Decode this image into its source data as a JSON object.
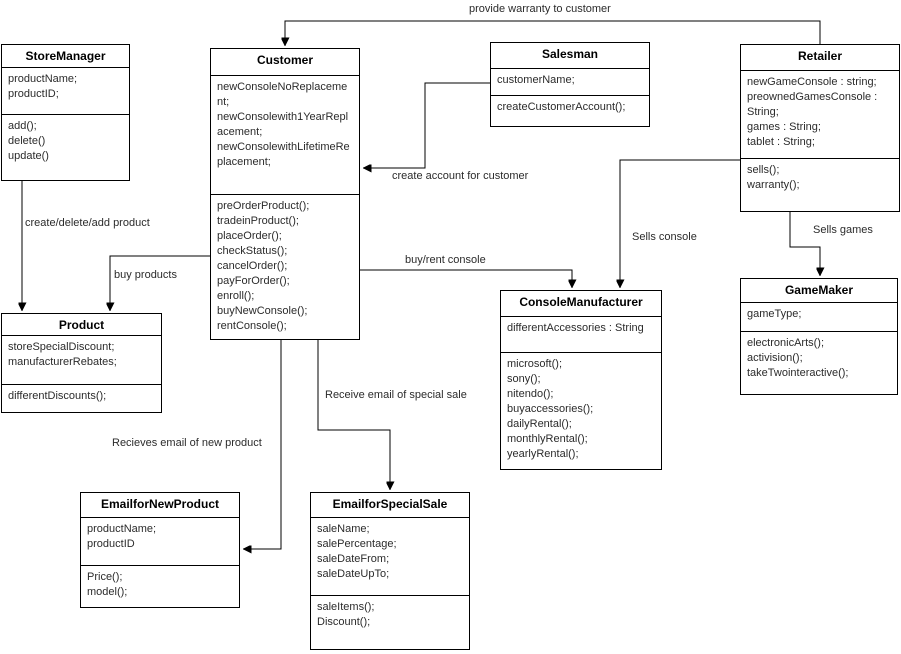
{
  "diagram": {
    "type": "uml-class-diagram",
    "colors": {
      "background": "#ffffff",
      "line": "#000000",
      "text": "#2b2b2b",
      "box_fill": "#ffffff"
    }
  },
  "classes": [
    {
      "name": "StoreManager",
      "attributes": [
        "productName;",
        "productID;"
      ],
      "methods": [
        "add();",
        "delete()",
        "update()"
      ]
    },
    {
      "name": "Customer",
      "attributes": [
        "newConsoleNoReplacement;",
        "newConsolewith1YearReplacement;",
        "newConsolewithLifetimeReplacement;"
      ],
      "methods": [
        "preOrderProduct();",
        "tradeinProduct();",
        "placeOrder();",
        "checkStatus();",
        "cancelOrder();",
        "payForOrder();",
        "enroll();",
        "buyNewConsole();",
        "rentConsole();"
      ]
    },
    {
      "name": "Salesman",
      "attributes": [
        "customerName;"
      ],
      "methods": [
        "createCustomerAccount();"
      ]
    },
    {
      "name": "Retailer",
      "attributes": [
        "newGameConsole : string;",
        "preownedGamesConsole : String;",
        "games : String;",
        "tablet : String;"
      ],
      "methods": [
        "sells();",
        "warranty();"
      ]
    },
    {
      "name": "Product",
      "attributes": [
        "storeSpecialDiscount;",
        "manufacturerRebates;"
      ],
      "methods": [
        "differentDiscounts();"
      ]
    },
    {
      "name": "ConsoleManufacturer",
      "attributes": [
        "differentAccessories : String"
      ],
      "methods": [
        "microsoft();",
        "sony();",
        "nitendo();",
        "buyaccessories();",
        "dailyRental();",
        "monthlyRental();",
        "yearlyRental();"
      ]
    },
    {
      "name": "GameMaker",
      "attributes": [
        "gameType;"
      ],
      "methods": [
        "electronicArts();",
        "activision();",
        "takeTwointeractive();"
      ]
    },
    {
      "name": "EmailforNewProduct",
      "attributes": [
        "productName;",
        "productID"
      ],
      "methods": [
        "Price();",
        "model();"
      ]
    },
    {
      "name": "EmailforSpecialSale",
      "attributes": [
        "saleName;",
        "salePercentage;",
        "saleDateFrom;",
        "saleDateUpTo;"
      ],
      "methods": [
        "saleItems();",
        "Discount();"
      ]
    }
  ],
  "connections": [
    {
      "from": "Retailer",
      "to": "Customer",
      "label": "provide warranty to customer"
    },
    {
      "from": "Salesman",
      "to": "Customer",
      "label": "create account for customer"
    },
    {
      "from": "StoreManager",
      "to": "Product",
      "label": "create/delete/add product"
    },
    {
      "from": "Customer",
      "to": "Product",
      "label": "buy products"
    },
    {
      "from": "Customer",
      "to": "ConsoleManufacturer",
      "label": "buy/rent console"
    },
    {
      "from": "Retailer",
      "to": "ConsoleManufacturer",
      "label": "Sells console"
    },
    {
      "from": "Retailer",
      "to": "GameMaker",
      "label": "Sells games"
    },
    {
      "from": "Customer",
      "to": "EmailforNewProduct",
      "label": "Recieves email of new product"
    },
    {
      "from": "Customer",
      "to": "EmailforSpecialSale",
      "label": "Receive email of special sale"
    }
  ]
}
